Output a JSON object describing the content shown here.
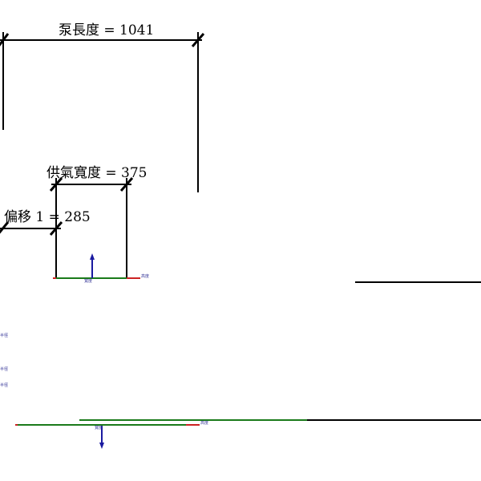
{
  "dimensions": {
    "pump_length": "泵長度 = 1041",
    "air_width": "供氣寬度 = 375",
    "offset1": "偏移 1 = 285"
  },
  "ref_labels": {
    "width": "寬度",
    "height": "高度",
    "radius": "半徑"
  },
  "colors": {
    "ref_green": "#1a7a1a",
    "ref_red": "#cc2222",
    "arrow_blue": "#1a1aa0"
  }
}
